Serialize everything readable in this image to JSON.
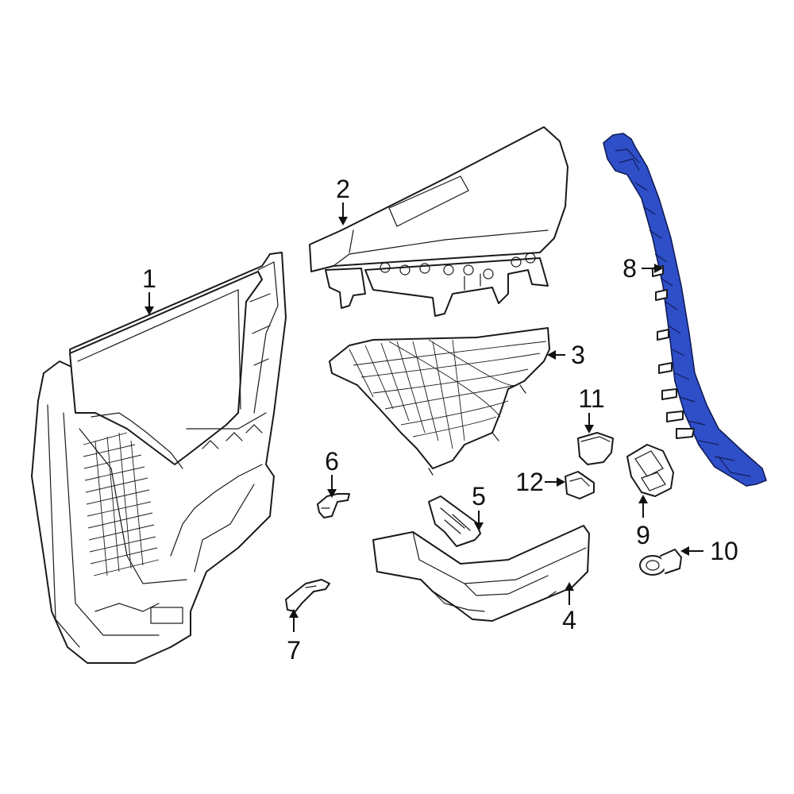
{
  "callouts": [
    {
      "id": "1",
      "label": "1"
    },
    {
      "id": "2",
      "label": "2"
    },
    {
      "id": "3",
      "label": "3"
    },
    {
      "id": "4",
      "label": "4"
    },
    {
      "id": "5",
      "label": "5"
    },
    {
      "id": "6",
      "label": "6"
    },
    {
      "id": "7",
      "label": "7"
    },
    {
      "id": "8",
      "label": "8"
    },
    {
      "id": "9",
      "label": "9"
    },
    {
      "id": "10",
      "label": "10"
    },
    {
      "id": "11",
      "label": "11"
    },
    {
      "id": "12",
      "label": "12"
    }
  ],
  "colors": {
    "line": "#1a1a1a",
    "highlight": "#2f4fc9",
    "background": "#ffffff"
  }
}
